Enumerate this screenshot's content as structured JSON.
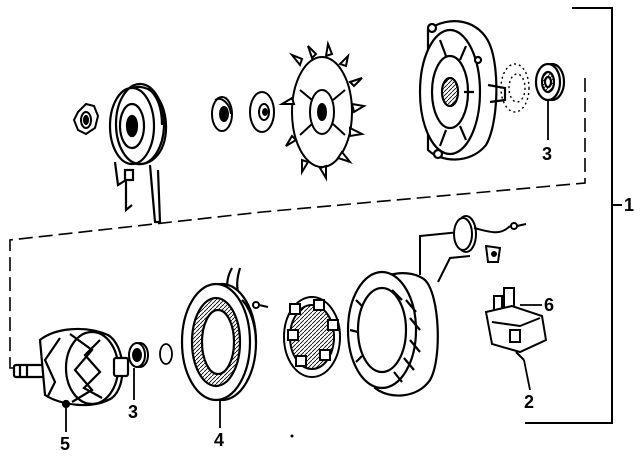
{
  "diagram": {
    "callouts": [
      {
        "id": "c1",
        "label": "1"
      },
      {
        "id": "c2",
        "label": "2"
      },
      {
        "id": "c3a",
        "label": "3"
      },
      {
        "id": "c3b",
        "label": "3"
      },
      {
        "id": "c4",
        "label": "4"
      },
      {
        "id": "c5",
        "label": "5"
      },
      {
        "id": "c6",
        "label": "6"
      }
    ],
    "colors": {
      "ink": "#000000",
      "paper": "#ffffff",
      "shade": "#d8d8d8"
    }
  }
}
